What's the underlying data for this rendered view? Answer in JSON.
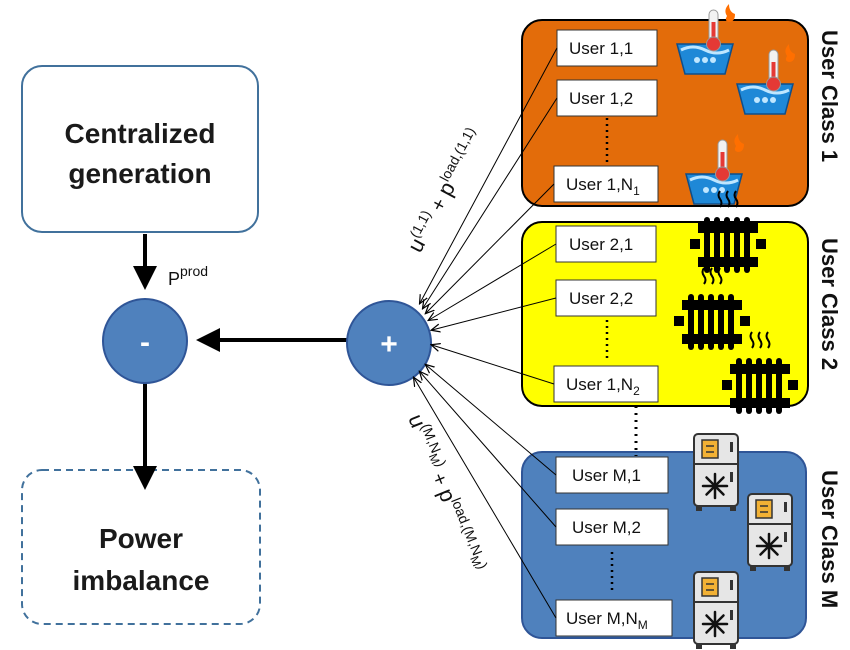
{
  "centralized_generation": {
    "line1": "Centralized",
    "line2": "generation"
  },
  "power_imbalance": {
    "line1": "Power",
    "line2": "imbalance"
  },
  "minus_operator": "-",
  "plus_operator": "+",
  "pprod_label": {
    "base": "P",
    "sup": "prod"
  },
  "formula_class1": {
    "u_base": "u",
    "u_sup": "(1,1)",
    "plus": " + ",
    "p_base": "p",
    "p_sup": "load,(1,1)"
  },
  "formula_classM": {
    "u_base": "u",
    "u_sup": "(M,N",
    "u_sup_sub": "M",
    "u_sup_close": ")",
    "plus": " + ",
    "p_base": "p",
    "p_sup": "load,(M,N",
    "p_sup_sub": "M",
    "p_sup_close": ")"
  },
  "class1": {
    "label": "User Class 1",
    "color": "#E36C0A",
    "users": [
      {
        "main": "User 1,1",
        "sub": ""
      },
      {
        "main": "User 1,2",
        "sub": ""
      },
      {
        "main": "User 1,N",
        "sub": "1"
      }
    ],
    "icon": "water-heater-icon"
  },
  "class2": {
    "label": "User Class 2",
    "color": "#FFFF00",
    "users": [
      {
        "main": "User 2,1",
        "sub": ""
      },
      {
        "main": "User 2,2",
        "sub": ""
      },
      {
        "main": "User 1,N",
        "sub": "2"
      }
    ],
    "icon": "radiator-icon"
  },
  "classM": {
    "label": "User Class M",
    "color": "#4F81BD",
    "users": [
      {
        "main": "User M,1",
        "sub": ""
      },
      {
        "main": "User M,2",
        "sub": ""
      },
      {
        "main": "User M,N",
        "sub": "M"
      }
    ],
    "icon": "refrigerator-icon"
  },
  "colors": {
    "operator_fill": "#4F81BD",
    "operator_stroke": "#2F5597",
    "box_stroke": "#41719C"
  }
}
